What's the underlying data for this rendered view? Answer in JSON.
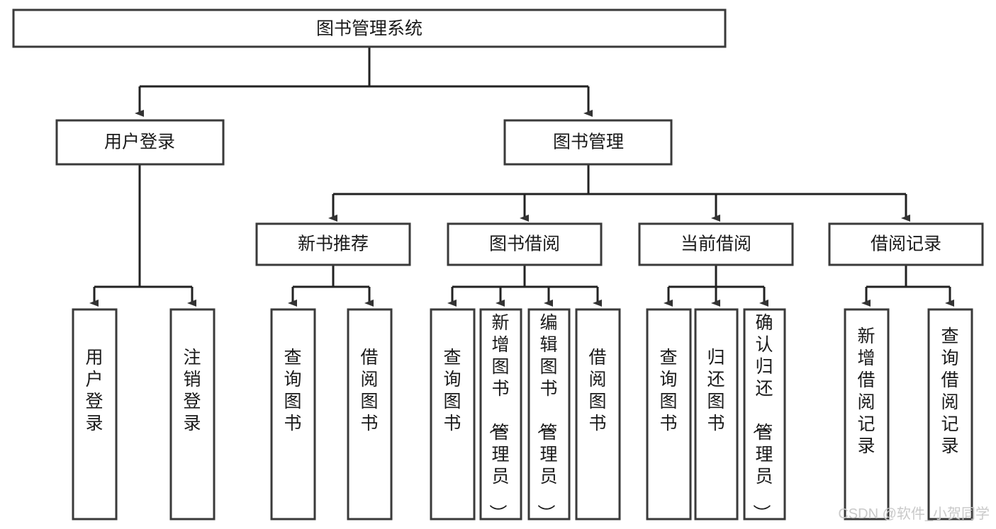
{
  "diagram": {
    "title": "图书管理系统",
    "type": "hierarchy-tree",
    "root": {
      "id": "root",
      "label": "图书管理系统",
      "level": 1
    },
    "level2": [
      {
        "id": "user-login",
        "label": "用户登录"
      },
      {
        "id": "book-management",
        "label": "图书管理"
      }
    ],
    "level3": [
      {
        "id": "new-book-recommend",
        "label": "新书推荐",
        "parent": "book-management"
      },
      {
        "id": "book-borrow",
        "label": "图书借阅",
        "parent": "book-management"
      },
      {
        "id": "current-borrow",
        "label": "当前借阅",
        "parent": "book-management"
      },
      {
        "id": "borrow-record",
        "label": "借阅记录",
        "parent": "book-management"
      }
    ],
    "leaves": [
      {
        "id": "leaf-user-login",
        "label": "用户登录",
        "parent": "user-login"
      },
      {
        "id": "leaf-logout-login",
        "label": "注销登录",
        "parent": "user-login"
      },
      {
        "id": "leaf-query-book-1",
        "label": "查询图书",
        "parent": "new-book-recommend"
      },
      {
        "id": "leaf-borrow-book-1",
        "label": "借阅图书",
        "parent": "new-book-recommend"
      },
      {
        "id": "leaf-query-book-2",
        "label": "查询图书",
        "parent": "book-borrow"
      },
      {
        "id": "leaf-add-book",
        "label": "新增图书（管理员）",
        "parent": "book-borrow"
      },
      {
        "id": "leaf-edit-book",
        "label": "编辑图书（管理员）",
        "parent": "book-borrow"
      },
      {
        "id": "leaf-borrow-book-2",
        "label": "借阅图书",
        "parent": "book-borrow"
      },
      {
        "id": "leaf-query-book-3",
        "label": "查询图书",
        "parent": "current-borrow"
      },
      {
        "id": "leaf-return-book",
        "label": "归还图书",
        "parent": "current-borrow"
      },
      {
        "id": "leaf-confirm-return",
        "label": "确认归还（管理员）",
        "parent": "current-borrow"
      },
      {
        "id": "leaf-add-record",
        "label": "新增借阅记录",
        "parent": "borrow-record"
      },
      {
        "id": "leaf-query-record",
        "label": "查询借阅记录",
        "parent": "borrow-record"
      }
    ]
  },
  "watermark": {
    "text": "CSDN @软件_小贺同学"
  },
  "colors": {
    "box_border": "#3a3a3a",
    "connector": "#222222",
    "text": "#1a1a1a",
    "background": "#ffffff",
    "watermark": "#c9c9c9"
  }
}
